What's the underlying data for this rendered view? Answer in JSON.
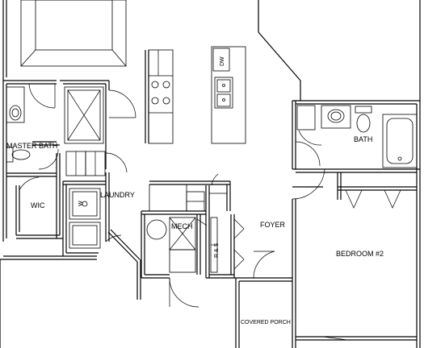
{
  "labels": {
    "master_bath": "MASTER BATH",
    "wic": "WIC",
    "laundry": "LAUNDRY",
    "mech": "MECH",
    "rs": "R & S",
    "foyer": "FOYER",
    "bath": "BATH",
    "bedroom2": "BEDROOM #2",
    "covered_porch": "COVERED PORCH",
    "dw": "DW",
    "w": "W"
  },
  "colors": {
    "line": "#000000",
    "fixture_fill": "#bdbdbd",
    "background": "#ffffff"
  }
}
